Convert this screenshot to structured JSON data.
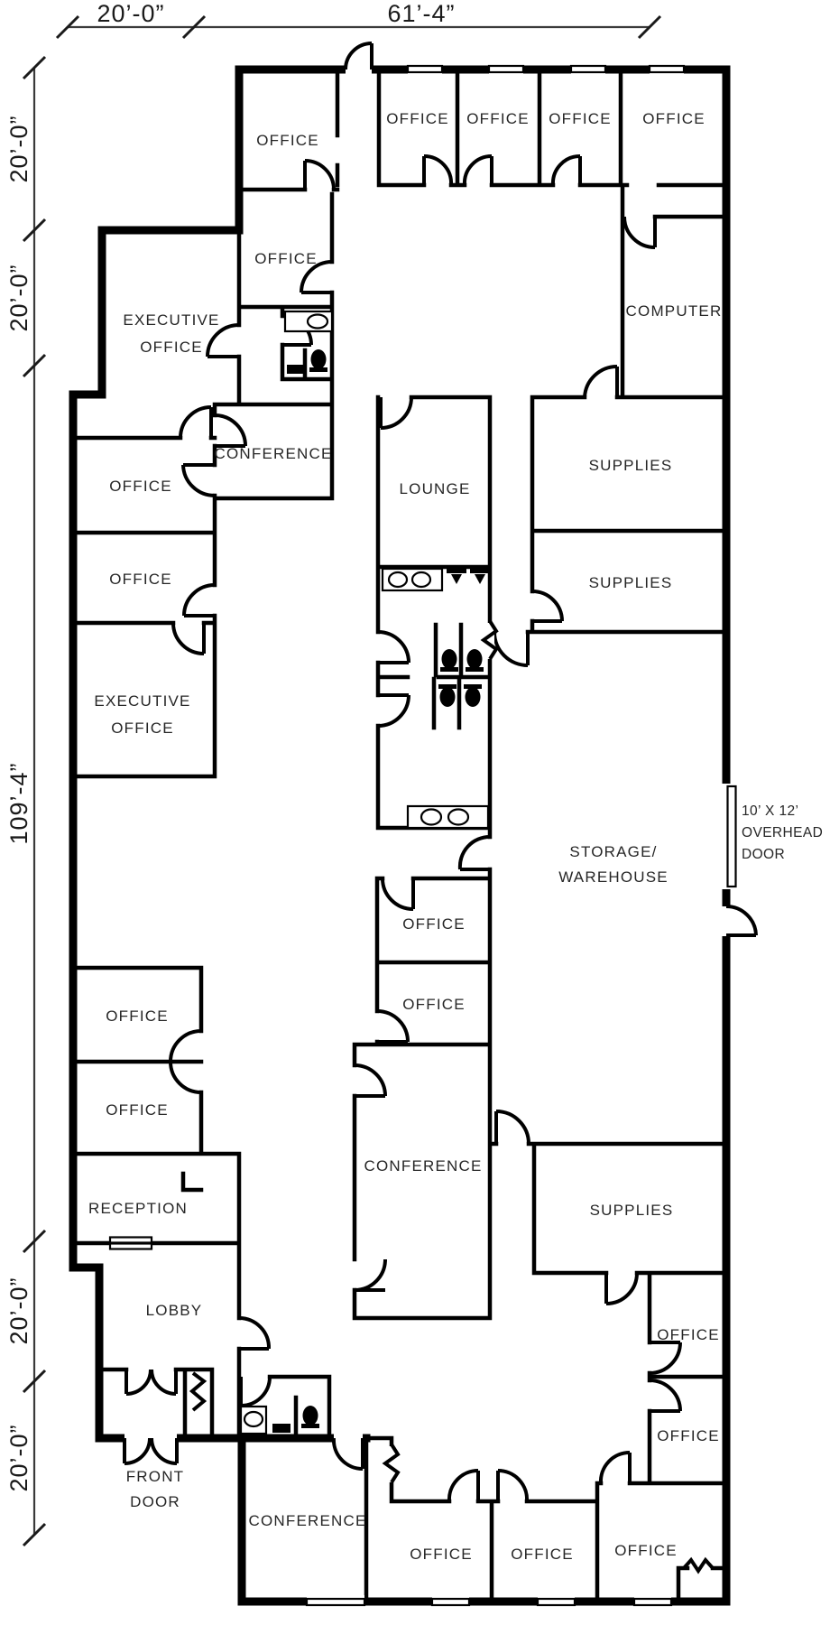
{
  "title": "Office building floor plan",
  "colors": {
    "wall": "#000000",
    "label": "#262626",
    "background": "#ffffff"
  },
  "dimensions": {
    "top": [
      "20’-0”",
      "61’-4”"
    ],
    "left": [
      "20’-0”",
      "20’-0”",
      "109’-4”",
      "20’-0”",
      "20’-0”"
    ]
  },
  "rooms": {
    "office_top_left": "OFFICE",
    "office_top_1": "OFFICE",
    "office_top_2": "OFFICE",
    "office_top_3": "OFFICE",
    "office_top_4": "OFFICE",
    "computer": "COMPUTER",
    "office_upper_mid": "OFFICE",
    "exec_upper": [
      "EXECUTIVE",
      "OFFICE"
    ],
    "conference_upper": "CONFERENCE",
    "office_left_1": "OFFICE",
    "office_left_2": "OFFICE",
    "exec_lower": [
      "EXECUTIVE",
      "OFFICE"
    ],
    "lounge": "LOUNGE",
    "supplies_1": "SUPPLIES",
    "supplies_2": "SUPPLIES",
    "storage": [
      "STORAGE/",
      "WAREHOUSE"
    ],
    "overhead_door": [
      "10’ X 12’",
      "OVERHEAD",
      "DOOR"
    ],
    "office_mid_1": "OFFICE",
    "office_mid_2": "OFFICE",
    "conference_mid": "CONFERENCE",
    "office_left_3": "OFFICE",
    "office_left_4": "OFFICE",
    "reception": "RECEPTION",
    "lobby": "LOBBY",
    "front_door": [
      "FRONT",
      "DOOR"
    ],
    "supplies_3": "SUPPLIES",
    "office_right_1": "OFFICE",
    "office_right_2": "OFFICE",
    "conference_bottom": "CONFERENCE",
    "office_bottom_1": "OFFICE",
    "office_bottom_2": "OFFICE",
    "office_bottom_3": "OFFICE"
  }
}
